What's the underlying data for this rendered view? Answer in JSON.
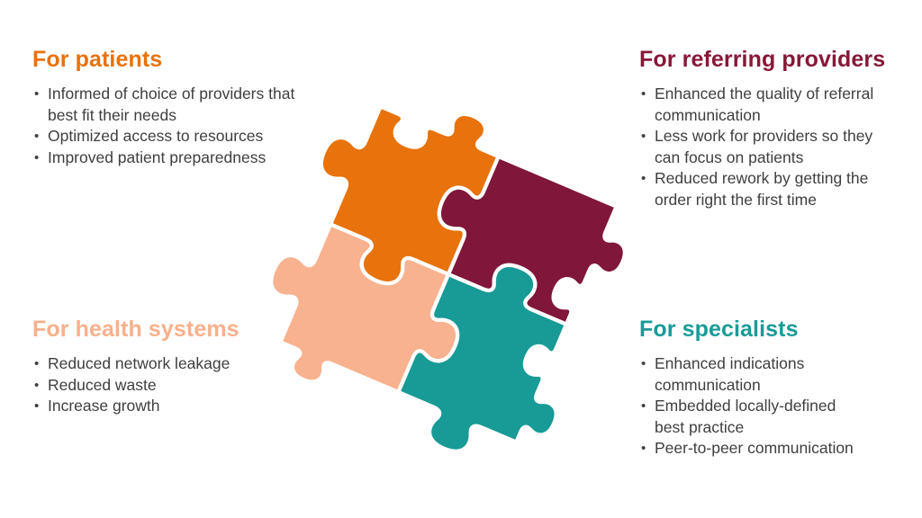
{
  "sections": {
    "patients": {
      "title": "For patients",
      "color": "#E8720B",
      "bullets": [
        "Informed of choice of providers that best fit their needs",
        "Optimized access to resources",
        "Improved patient preparedness"
      ]
    },
    "referring_providers": {
      "title": "For referring providers",
      "color": "#871838",
      "bullets": [
        "Enhanced the quality of referral communication",
        "Less work for providers so they can focus on patients",
        "Reduced rework by getting the order right the first time"
      ]
    },
    "health_systems": {
      "title": "For health systems",
      "color": "#F8B08C",
      "bullets": [
        "Reduced network leakage",
        "Reduced waste",
        "Increase growth"
      ]
    },
    "specialists": {
      "title": "For specialists",
      "color": "#1A9B97",
      "bullets": [
        "Enhanced indications communication",
        "Embedded locally-defined best  practice",
        "Peer-to-peer communication"
      ]
    }
  },
  "colors": {
    "background": "#FFFFFF",
    "body_text": "#3F3E40",
    "seam_white": "#FFFFFF",
    "piece_orange": "#E8720B",
    "piece_maroon": "#80163A",
    "piece_peach": "#F8B28F",
    "piece_teal": "#189A96"
  },
  "puzzle": {
    "rotation_deg": 23,
    "pieces": [
      {
        "id": "patients",
        "color": "#E8720B"
      },
      {
        "id": "referring-providers",
        "color": "#80163A"
      },
      {
        "id": "health-systems",
        "color": "#F8B28F"
      },
      {
        "id": "specialists",
        "color": "#189A96"
      }
    ]
  }
}
